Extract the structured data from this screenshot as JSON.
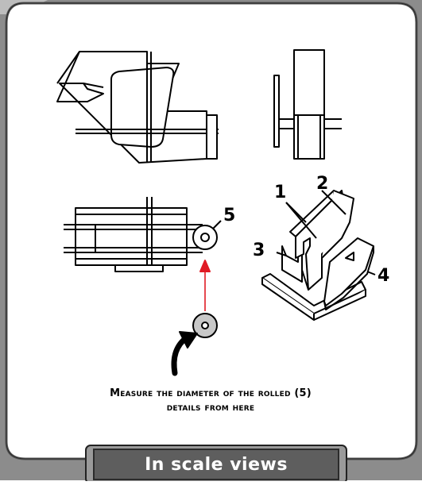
{
  "callouts": {
    "c1": "1",
    "c2": "2",
    "c3": "3",
    "c4": "4",
    "c5": "5"
  },
  "caption": {
    "line1": "Measure the diameter of the rolled (5)",
    "line2": "details from here"
  },
  "banner": {
    "label": "In scale views"
  },
  "colors": {
    "frame": "#8a8a8a",
    "banner": "#5e5e5e",
    "arrow": "#e01b24",
    "washer": "#c8c8c8"
  }
}
